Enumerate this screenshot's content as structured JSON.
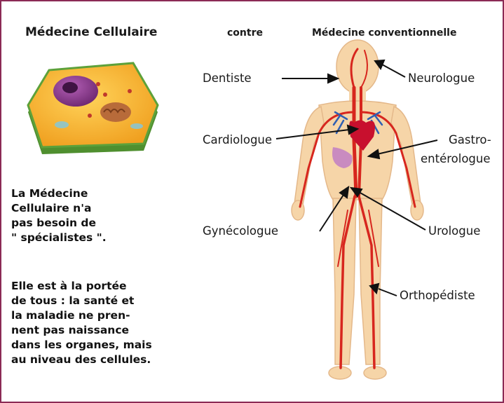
{
  "titles": {
    "left": "Médecine Cellulaire",
    "middle": "contre",
    "right": "Médecine conventionnelle"
  },
  "labels": {
    "dentiste": "Dentiste",
    "neurologue": "Neurologue",
    "cardiologue": "Cardiologue",
    "gastro_line1": "Gastro-",
    "gastro_line2": "entérologue",
    "gynecologue": "Gynécologue",
    "urologue": "Urologue",
    "orthopediste": "Orthopédiste"
  },
  "paragraph1": [
    "La Médecine",
    "Cellulaire n'a",
    "pas besoin de",
    "\" spécialistes \"."
  ],
  "paragraph2": [
    "Elle est à la portée",
    "de tous : la santé et",
    "la maladie ne pren-",
    "nent pas naissance",
    "dans les organes, mais",
    "au niveau des cellules."
  ],
  "colors": {
    "frame": "#8b2a55",
    "skin": "#f6d5a8",
    "vessel": "#d7261e",
    "heart": "#c8102e",
    "vein": "#2f5fb3",
    "cell_body": "#f2b233",
    "cell_edge": "#5da13a",
    "nucleus": "#8a3b8c",
    "text": "#1a1a1a"
  }
}
